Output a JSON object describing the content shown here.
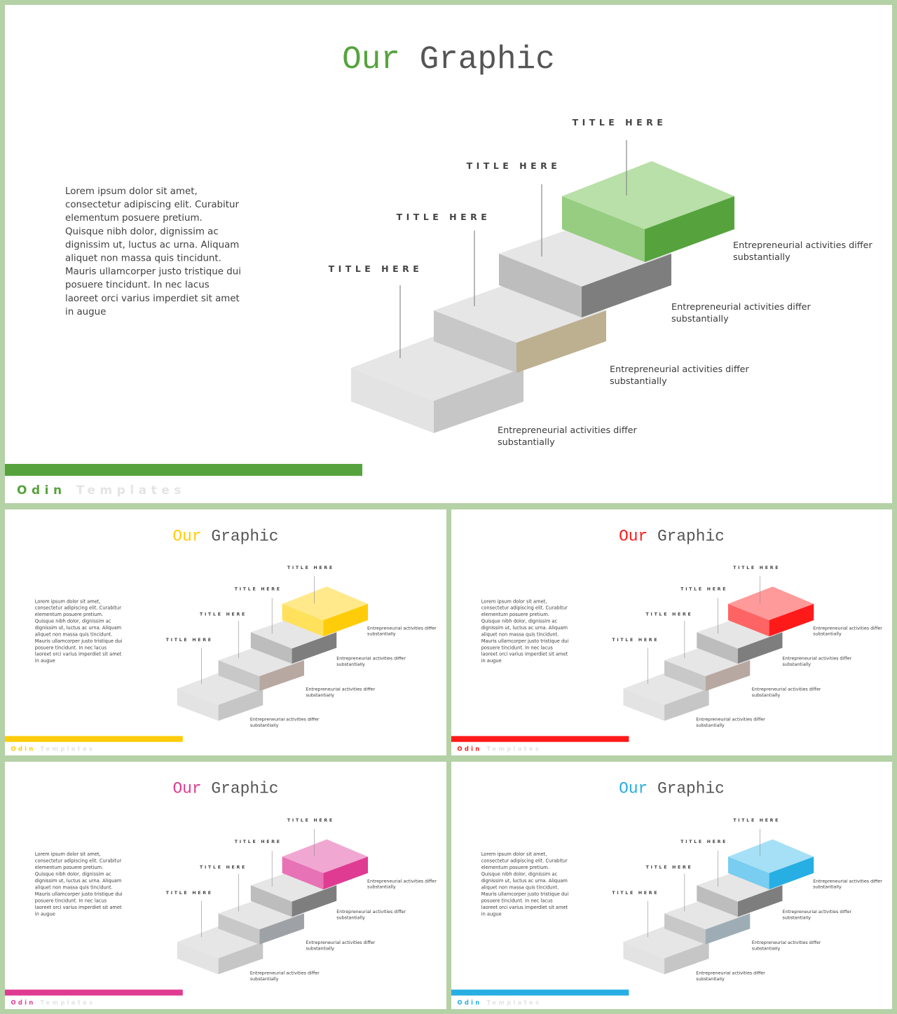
{
  "slides": [
    {
      "accent": "#56a33e",
      "light": "#b8e0a8",
      "mid": "#96cd80",
      "stepA": "#7e7e7e",
      "stepB": "#bcb091"
    },
    {
      "accent": "#ffcc0a",
      "light": "#ffe98a",
      "mid": "#ffe15c",
      "stepA": "#7e7e7e",
      "stepB": "#b8a8a2"
    },
    {
      "accent": "#ff1a1a",
      "light": "#ff9a9a",
      "mid": "#ff6464",
      "stepA": "#7e7e7e",
      "stepB": "#b8a8a2"
    },
    {
      "accent": "#e03b92",
      "light": "#f0a8d2",
      "mid": "#e872b6",
      "stepA": "#7e7e7e",
      "stepB": "#9ea1a5"
    },
    {
      "accent": "#27aee3",
      "light": "#a6e0f6",
      "mid": "#78cdf0",
      "stepA": "#7e7e7e",
      "stepB": "#9eadb5"
    }
  ],
  "title_part1": "Our",
  "title_part2": "Graphic",
  "step_titles": [
    "TITLE HERE",
    "TITLE HERE",
    "TITLE HERE",
    "TITLE HERE"
  ],
  "step_desc_line1": "Entrepreneurial activities differ",
  "step_desc_line2": "substantially",
  "body_lines": [
    "Lorem ipsum dolor sit amet,",
    "consectetur adipiscing elit. Curabitur",
    "elementum  posuere pretium.",
    "Quisque nibh dolor, dignissim ac",
    "dignissim ut, luctus ac urna.  Aliquam",
    "aliquet non massa quis tincidunt.",
    "Mauris ullamcorper justo tristique dui",
    "posuere tincidunt.  In nec lacus",
    "laoreet orci varius imperdiet sit amet",
    "in augue"
  ],
  "brand_part1": "Odin",
  "brand_part2": "Templates"
}
